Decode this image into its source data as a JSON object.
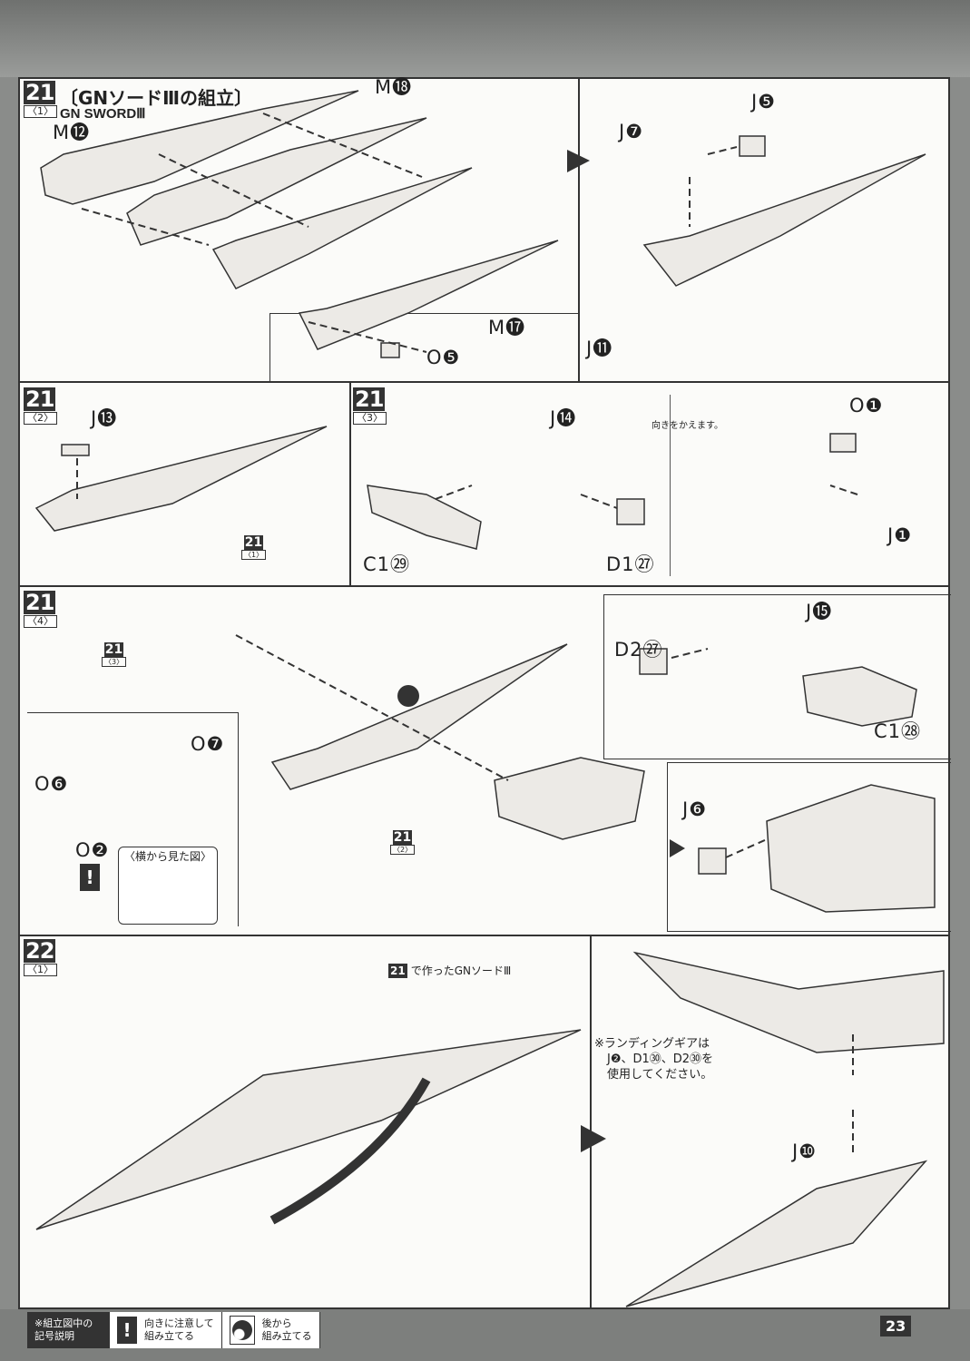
{
  "steps": [
    {
      "num": "21",
      "sub": "〈1〉"
    },
    {
      "num": "21",
      "sub": "〈2〉"
    },
    {
      "num": "21",
      "sub": "〈3〉"
    },
    {
      "num": "21",
      "sub": "〈4〉"
    },
    {
      "num": "22",
      "sub": "〈1〉"
    }
  ],
  "title": "〔GNソードⅢの組立〕",
  "subtitle": "GN SWORDⅢ",
  "parts": {
    "m12": "M⓬",
    "m18": "M⓲",
    "m17": "M⓱",
    "o5": "O❺",
    "j5": "J❺",
    "j7": "J❼",
    "j11": "J⓫",
    "j13": "J⓭",
    "j14": "J⓮",
    "o1": "O❶",
    "j1": "J❶",
    "c1_29": "C1㉙",
    "d1_27": "D1㉗",
    "o7": "O❼",
    "o6": "O❻",
    "o2": "O❷",
    "d2_27": "D2㉗",
    "j15": "J⓯",
    "c1_28": "C1㉘",
    "j6": "J❻",
    "j10": "J❿"
  },
  "refs": [
    {
      "num": "21",
      "sub": "〈1〉"
    },
    {
      "num": "21",
      "sub": "〈3〉"
    },
    {
      "num": "21",
      "sub": "〈2〉"
    }
  ],
  "notes": {
    "turn": "向きをかえます。",
    "side_view": "〈横から見た図〉",
    "made_in_21": "で作ったGNソードⅢ",
    "made_in_21_num": "21",
    "landing_gear": "※ランディングギアは",
    "landing_gear2": "J❷、D1㉚、D2㉚を",
    "landing_gear3": "使用してください。"
  },
  "legend": {
    "head1": "※組立図中の",
    "head2": "記号説明",
    "caution1": "向きに注意して",
    "caution2": "組み立てる",
    "later1": "後から",
    "later2": "組み立てる",
    "caution_icon": "!"
  },
  "page_number": "23"
}
